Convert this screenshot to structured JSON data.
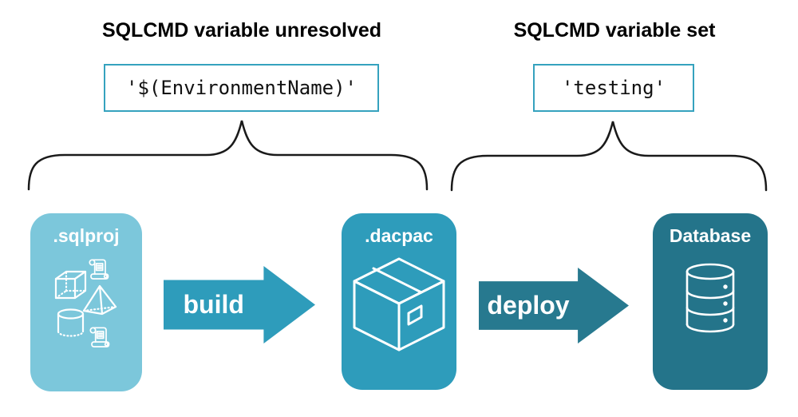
{
  "sections": {
    "unresolved": {
      "heading": "SQLCMD variable unresolved",
      "code": "'$(EnvironmentName)'"
    },
    "set": {
      "heading": "SQLCMD variable set",
      "code": "'testing'"
    }
  },
  "pipeline": {
    "source": {
      "label": ".sqlproj",
      "icon": "sql-project-objects-icon"
    },
    "build_arrow": {
      "label": "build"
    },
    "artifact": {
      "label": ".dacpac",
      "icon": "package-box-icon"
    },
    "deploy_arrow": {
      "label": "deploy"
    },
    "target": {
      "label": "Database",
      "icon": "database-cylinder-icon"
    }
  },
  "colors": {
    "sqlproj-bg": "#7CC7DB",
    "dacpac-bg": "#2E9CBB",
    "build-arrow": "#2E9CBB",
    "database-bg": "#24748A",
    "deploy-arrow": "#27798F",
    "code-border": "#35A2BE",
    "brace-stroke": "#1A1A1A",
    "icon-stroke": "#FFFFFF",
    "text": "#000000",
    "background": "#FFFFFF"
  }
}
